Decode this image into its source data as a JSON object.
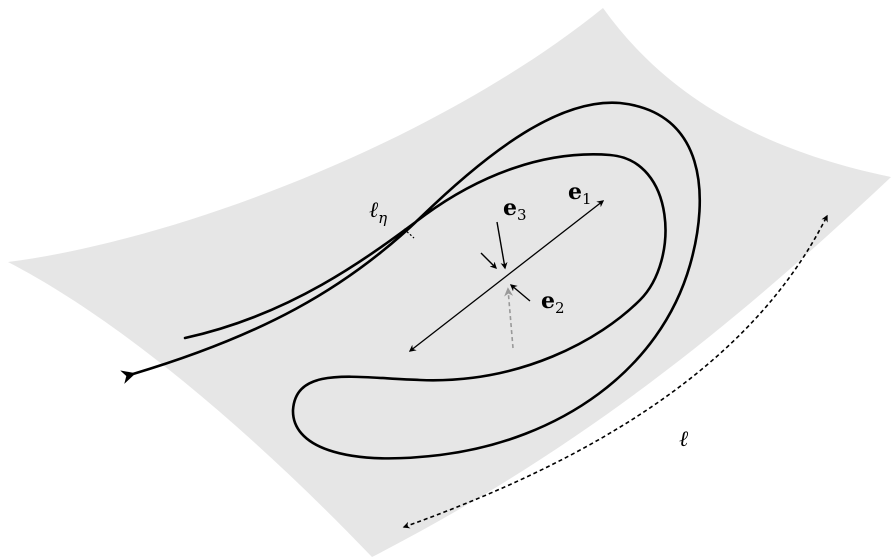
{
  "diagram": {
    "labels": {
      "ell_eta": {
        "main": "ℓ",
        "sub": "η"
      },
      "ell": "ℓ",
      "e1": {
        "main": "e",
        "sub": "1"
      },
      "e2": {
        "main": "e",
        "sub": "2"
      },
      "e3": {
        "main": "e",
        "sub": "3"
      }
    },
    "colors": {
      "surface": "#e6e6e6",
      "curve": "#000000",
      "hidden_arrow": "#999999"
    }
  }
}
